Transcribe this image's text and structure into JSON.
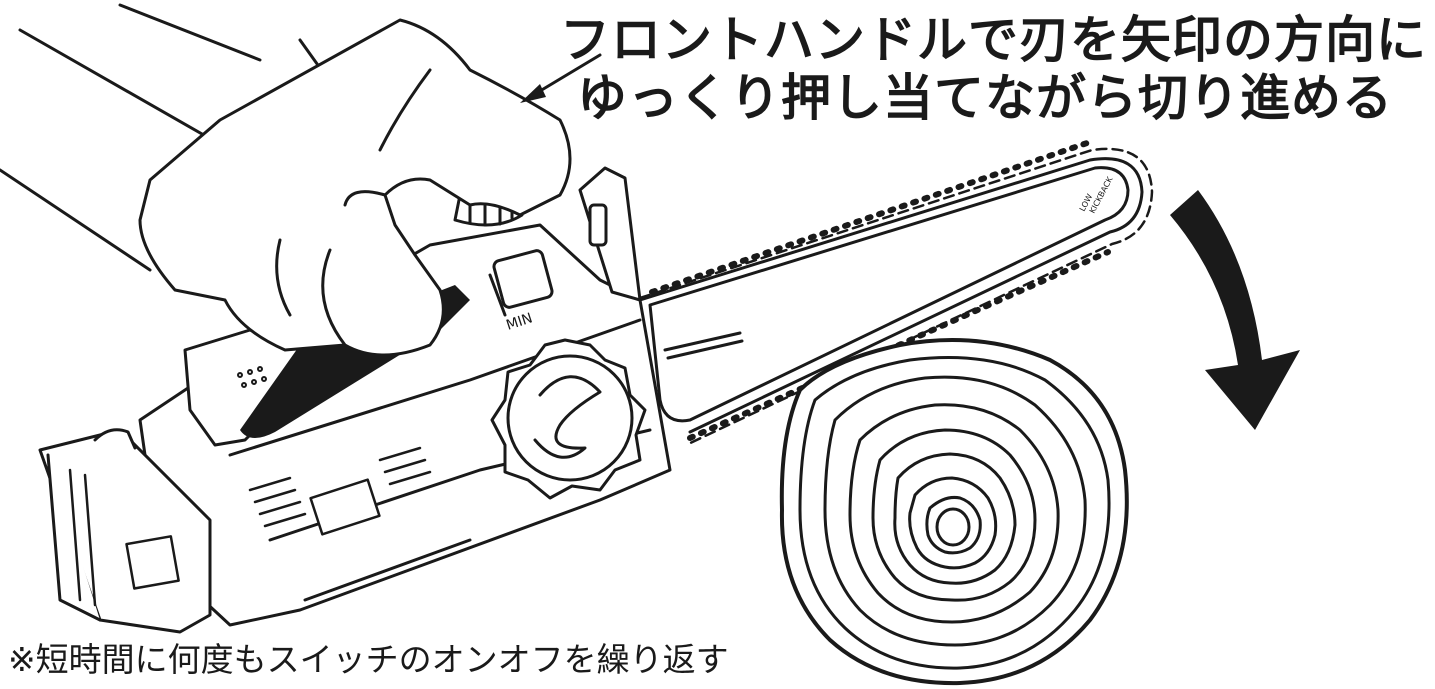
{
  "instruction": {
    "line1": "フロントハンドルで刃を矢印の方向に",
    "line2": "ゆっくり押し当てながら切り進める"
  },
  "footnote": "※短時間に何度もスイッチのオンオフを繰り返す",
  "bar_marking": {
    "line1": "LOW",
    "line2": "KICKBACK"
  },
  "tank_label": "MIN",
  "colors": {
    "ink": "#1a1a1a",
    "background": "#ffffff"
  }
}
